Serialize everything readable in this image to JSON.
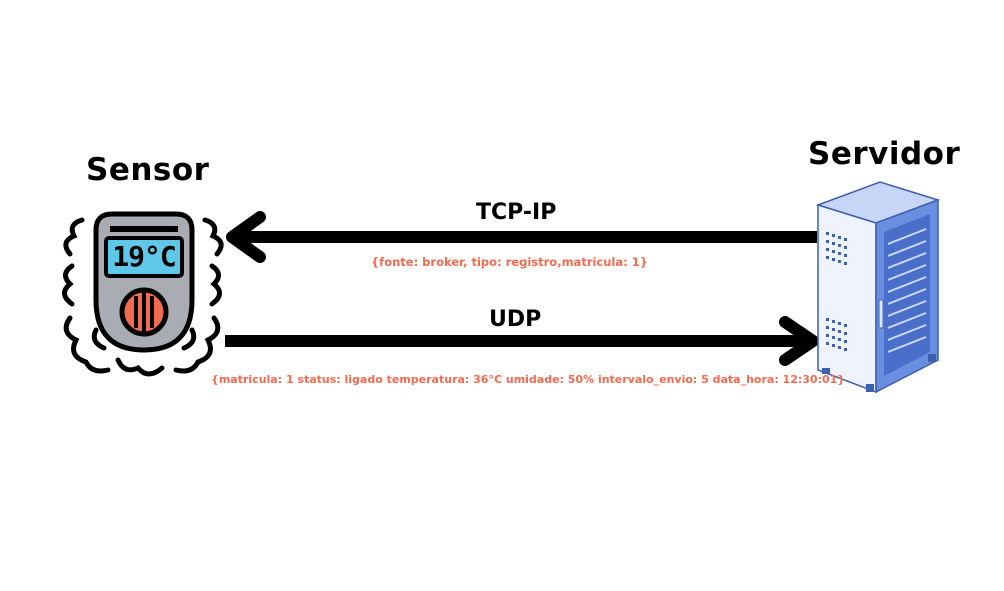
{
  "sensor": {
    "title": "Sensor",
    "reading": "19°C",
    "icon": "thermometer-sensor-icon"
  },
  "server": {
    "title": "Servidor",
    "icon": "server-rack-icon"
  },
  "tcp": {
    "label": "TCP-IP",
    "message": "{fonte: broker, tipo: registro,matricula: 1}"
  },
  "udp": {
    "label": "UDP",
    "message": "{matricula: 1 status: ligado temperatura: 36°C umidade: 50% intervalo_envio: 5 data_hora: 12:30:01}"
  },
  "colors": {
    "message_text": "#f26a4f",
    "screen": "#5fc8e8",
    "device_body": "#a9adb3",
    "dial": "#f26a4f",
    "server_front": "#dfe8fb",
    "server_side": "#6b8fe0"
  }
}
